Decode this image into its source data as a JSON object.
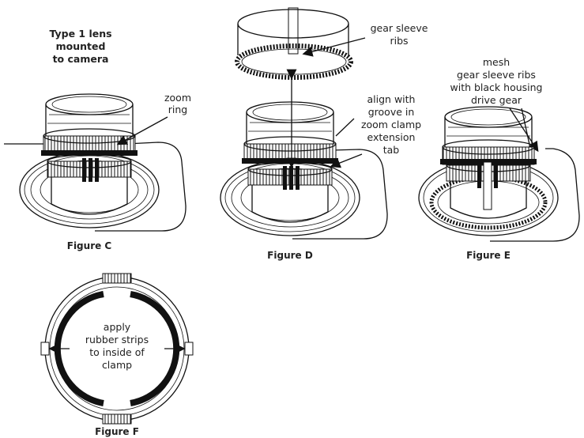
{
  "figure_c": {
    "title": [
      "Type 1 lens",
      "mounted",
      "to camera"
    ],
    "zoom_label": [
      "zoom",
      "ring"
    ],
    "caption": "Figure C"
  },
  "figure_d": {
    "sleeve_label": [
      "gear sleeve",
      "ribs"
    ],
    "align_label": [
      "align with",
      "groove in",
      "zoom clamp",
      "extension",
      "tab"
    ],
    "caption": "Figure D"
  },
  "figure_e": {
    "mesh_label": [
      "mesh",
      "gear sleeve ribs",
      "with black housing",
      "drive gear"
    ],
    "caption": "Figure E"
  },
  "figure_f": {
    "strip_label": [
      "apply",
      "rubber strips",
      "to inside of",
      "clamp"
    ],
    "caption": "Figure F"
  },
  "colors": {
    "ink": "#111111",
    "paper": "#ffffff"
  }
}
